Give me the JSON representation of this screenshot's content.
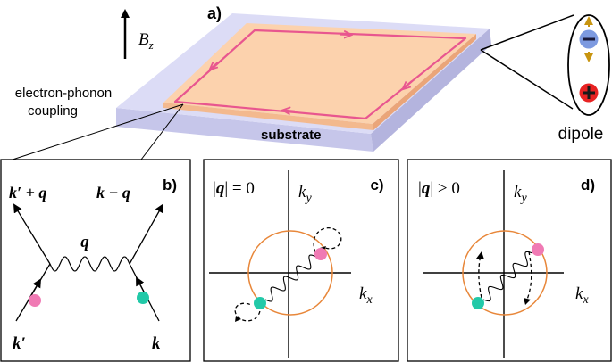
{
  "panel_a": {
    "label": "a)",
    "field": "B",
    "field_sub": "z",
    "coupling_line1": "electron-phonon",
    "coupling_line2": "coupling",
    "substrate": "substrate",
    "dipole": "dipole"
  },
  "panel_b": {
    "label": "b)",
    "top_left": "k′ + q",
    "top_right": "k − q",
    "middle": "q",
    "bottom_left": "k′",
    "bottom_right": "k"
  },
  "panel_c": {
    "label": "c)",
    "condition_q": "q",
    "condition_rest": " = 0",
    "axis_y": "k",
    "axis_y_sub": "y",
    "axis_x": "k",
    "axis_x_sub": "x"
  },
  "panel_d": {
    "label": "d)",
    "condition_q": "q",
    "condition_rest": " > 0",
    "axis_y": "k",
    "axis_y_sub": "y",
    "axis_x": "k",
    "axis_x_sub": "x"
  },
  "colors": {
    "orbit": "#e8568f",
    "film": "#fcd2ad",
    "substrate_top": "#dcdcf6",
    "pink_dot": "#f07ab4",
    "teal_dot": "#22c9a8",
    "circle": "#e8873a",
    "dipole_arrow": "#c89510",
    "minus_dot": "#7d9ae0",
    "plus_dot": "#e82323"
  }
}
